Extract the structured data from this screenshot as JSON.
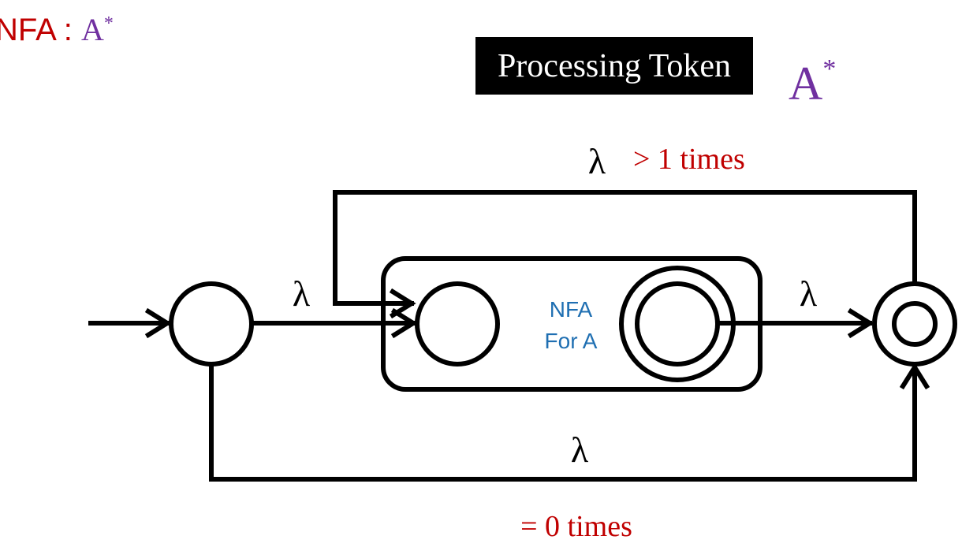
{
  "title": {
    "prefix": "NFA",
    "separator": " : ",
    "expression": "A",
    "star": "*"
  },
  "processing": {
    "label": "Processing Token",
    "expression": "A",
    "star": "*"
  },
  "diagram": {
    "inner_box_label_line1": "NFA",
    "inner_box_label_line2": "For A",
    "lambda": "λ",
    "loop_count_label": "> 1 times",
    "skip_count_label": "= 0 times",
    "colors": {
      "stroke": "#000000",
      "count_labels": "#c00000",
      "inner_label": "#1f6fb2",
      "expression": "#7030a0"
    }
  }
}
